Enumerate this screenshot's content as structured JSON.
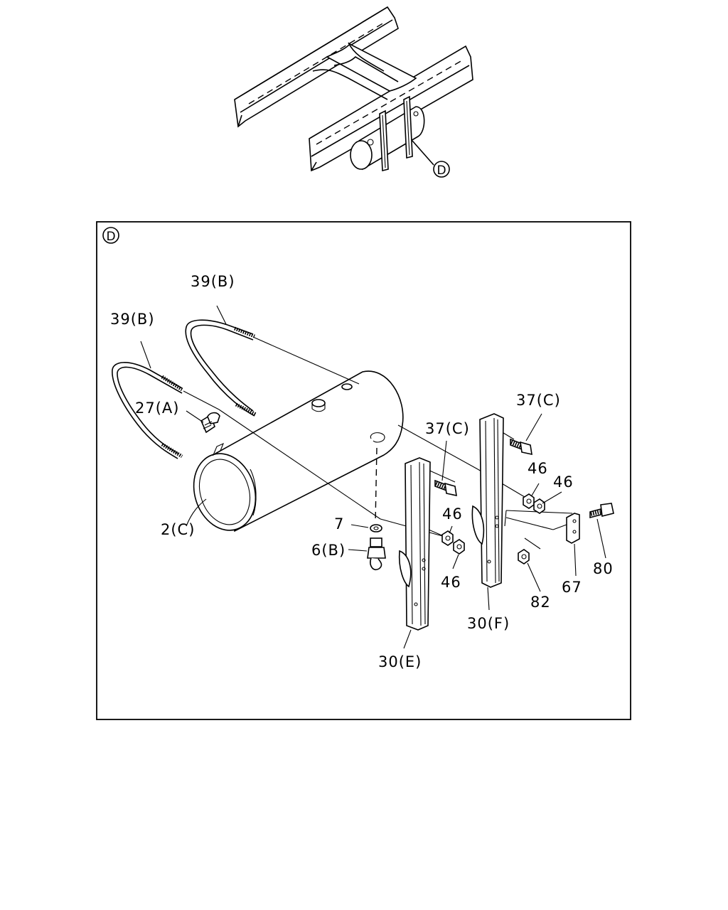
{
  "overview": {
    "callout": "D"
  },
  "detail": {
    "frame_label": "D",
    "parts": {
      "strap_b_upper": "39(B)",
      "strap_b_lower": "39(B)",
      "fitting_a": "27(A)",
      "tank": "2(C)",
      "washer": "7",
      "drain_valve": "6(B)",
      "bolt_c_left": "37(C)",
      "bolt_c_right": "37(C)",
      "nut_46_a": "46",
      "nut_46_b": "46",
      "nut_46_c": "46",
      "nut_46_d": "46",
      "bracket_e": "30(E)",
      "bracket_f": "30(F)",
      "nut_82": "82",
      "plate_67": "67",
      "bolt_80": "80"
    }
  }
}
